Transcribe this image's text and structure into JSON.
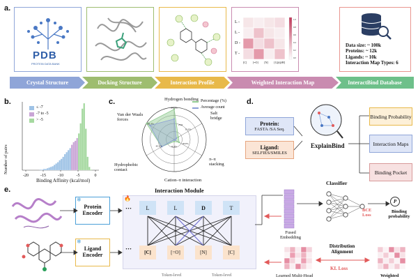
{
  "panels": {
    "a": "a.",
    "b": "b.",
    "c": "c.",
    "d": "d.",
    "e": "e."
  },
  "pipeline": {
    "steps": [
      "Crystal Structure",
      "Docking Structure",
      "Interaction Profile",
      "Weighted Interaction Map",
      "InteractBind Database"
    ],
    "colors": [
      "#8fa5d8",
      "#9ebd6f",
      "#e8b94a",
      "#c98bb0",
      "#6ec08a"
    ],
    "pdb_logo": "PDB",
    "pdb_tagline": "PROTEIN DATA BANK",
    "heatmap_rows": [
      "L -",
      "L -",
      "D -",
      "T -"
    ],
    "heatmap_cols": [
      "[C]",
      "[=O]",
      "[N]",
      "[C@@H]"
    ],
    "heatmap_scale": [
      "1.0",
      "0.8",
      "0.6",
      "0.4",
      "0.2",
      "0.0"
    ],
    "db_stats": [
      "Data size: ~ 100k",
      "Proteins: ~ 12k",
      "Ligands: ~ 10k",
      "Interaction Map Types: 6"
    ]
  },
  "chart_data": [
    {
      "type": "bar",
      "title": "",
      "xlabel": "Binding Affinity (kcal/mol)",
      "ylabel": "Number of pairs",
      "xticks": [
        "-20",
        "-15",
        "-10",
        "-5",
        "0"
      ],
      "xlim": [
        -21,
        1
      ],
      "legend": [
        {
          "name": "≤ -7",
          "color": "#9fc3e6"
        },
        {
          "name": "-7 to -5",
          "color": "#c9a5d6"
        },
        {
          "name": "> -5",
          "color": "#a6d9a0"
        }
      ],
      "series": [
        {
          "name": "≤ -7",
          "color": "#9fc3e6",
          "x": [
            -16,
            -15.5,
            -15,
            -14.5,
            -14,
            -13.5,
            -13,
            -12.5,
            -12,
            -11.5,
            -11,
            -10.5,
            -10,
            -9.5,
            -9,
            -8.5,
            -8,
            -7.5
          ],
          "values": [
            0.01,
            0.01,
            0.02,
            0.02,
            0.03,
            0.04,
            0.05,
            0.06,
            0.08,
            0.1,
            0.12,
            0.15,
            0.17,
            0.2,
            0.24,
            0.27,
            0.3,
            0.33
          ]
        },
        {
          "name": "-7 to -5",
          "color": "#c9a5d6",
          "x": [
            -7,
            -6.5,
            -6,
            -5.5
          ],
          "values": [
            0.38,
            0.42,
            0.44,
            0.48
          ]
        },
        {
          "name": "> -5",
          "color": "#a6d9a0",
          "x": [
            -5,
            -4.5,
            -4,
            -3.5,
            -3,
            -2.5,
            -2,
            -1.5
          ],
          "values": [
            0.55,
            0.7,
            0.92,
            1.0,
            0.62,
            0.2,
            0.05,
            0.01
          ]
        }
      ]
    },
    {
      "type": "radar",
      "title": "",
      "axes": [
        "Hydrogen bonding",
        "Salt bridge",
        "π–π stacking",
        "Cation–π interaction",
        "Hydrophobic contact",
        "Van der Waals forces"
      ],
      "legend": [
        {
          "name": "Percentage (%)",
          "color": "#8fc98f"
        },
        {
          "name": "Average count",
          "color": "#8b9fd6"
        }
      ],
      "series": [
        {
          "name": "Percentage (%)",
          "color": "#8fc98f",
          "values": [
            94.3,
            15.0,
            18.0,
            6.4,
            45.3,
            99.3
          ]
        },
        {
          "name": "Average count",
          "color": "#8b9fd6",
          "values": [
            25.6,
            3.0,
            1.5,
            0.5,
            18.0,
            35.0
          ]
        }
      ],
      "value_labels": [
        "94.3%",
        "25.6",
        "15.0%",
        "18.0%",
        "6.4%",
        "45.3%",
        "99.3%"
      ]
    }
  ],
  "explain": {
    "protein_title": "Protein:",
    "protein_sub": "FASTA /SA Seq.",
    "ligand_title": "Ligand:",
    "ligand_sub": "SELFIES/SMILES",
    "model": "ExplainBind",
    "outputs": [
      "Binding Probability",
      "Interaction Maps",
      "Binding Pocket"
    ]
  },
  "arch": {
    "protein_encoder": "Protein Encoder",
    "ligand_encoder": "Ligand Encoder",
    "interaction_module": "Interaction Module",
    "protein_tokens": [
      "L",
      "L",
      "D",
      "T"
    ],
    "ligand_tokens": [
      "[C]",
      "[=O]",
      "[N]",
      "[C]"
    ],
    "ellipsis": "···",
    "fused": "Fused Embedding",
    "classifier": "Classifier",
    "bce": "BCE Loss",
    "prob_symbol": "P",
    "prob_label": "Binding probability",
    "distribution": "Distribution Alignment",
    "kl": "KL Loss",
    "learned": "Learned Multi-Head",
    "weighted": "Weighted",
    "token_level": "Token-level",
    "snowflake": "❄",
    "flame": "🔥"
  }
}
